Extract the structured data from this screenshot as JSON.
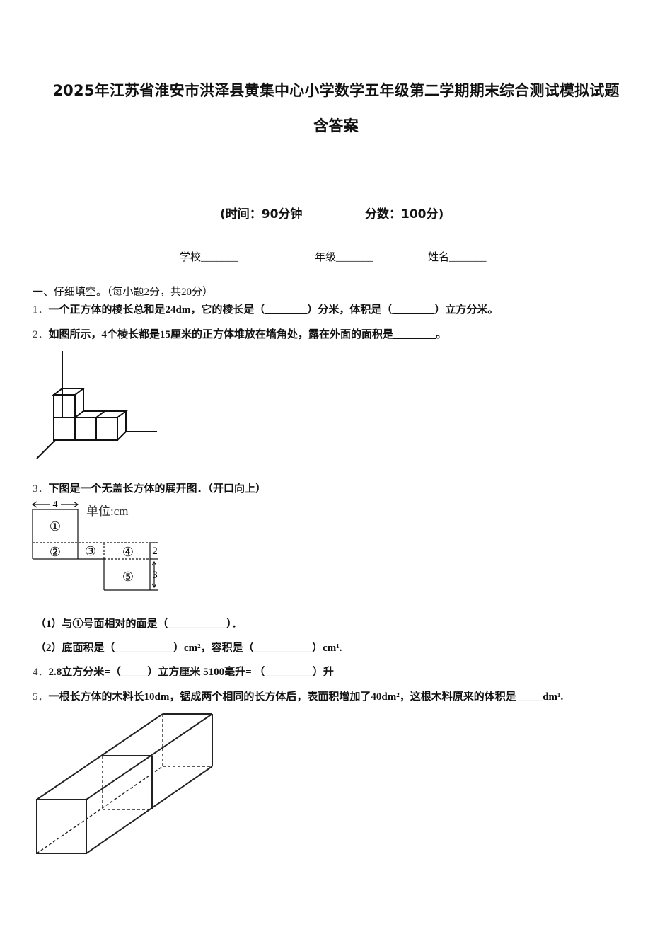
{
  "doc": {
    "title_line1": "2025年江苏省淮安市洪泽县黄集中心小学数学五年级第二学期期末综合测试模拟试题",
    "title_line2": "含答案",
    "time": "(时间：90分钟",
    "score": "分数：100分)",
    "fields": {
      "school": "学校_______",
      "grade": "年级_______",
      "name": "姓名_______"
    }
  },
  "section1": {
    "heading": "一、仔细填空。（每小题2分，共20分）",
    "q1": {
      "num": "1．",
      "text": "一个正方体的棱长总和是24dm，它的棱长是（________）分米，体积是（________）立方分米。"
    },
    "q2": {
      "num": "2．",
      "text": "如图所示，4个棱长都是15厘米的正方体堆放在墙角处，露在外面的面积是________。"
    },
    "q3": {
      "num": "3．",
      "text": "下图是一个无盖长方体的展开图．（开口向上）",
      "sub1": "（1）与①号面相对的面是（___________）．",
      "sub2": "（2）底面积是（___________）cm²，容积是（___________）cm¹.",
      "figure": {
        "dim_top": "4",
        "unit": "单位:cm",
        "f1": "①",
        "f2": "②",
        "f3": "③",
        "f4": "④",
        "f5": "⑤",
        "dim_right1": "2",
        "dim_right2": "3"
      }
    },
    "q4": {
      "num": "4．",
      "text": "2.8立方分米=（_____）立方厘米   5100毫升= （_________）升"
    },
    "q5": {
      "num": "5．",
      "text": "一根长方体的木料长10dm，锯成两个相同的长方体后，表面积增加了40dm²，这根木料原来的体积是_____dm¹."
    }
  }
}
